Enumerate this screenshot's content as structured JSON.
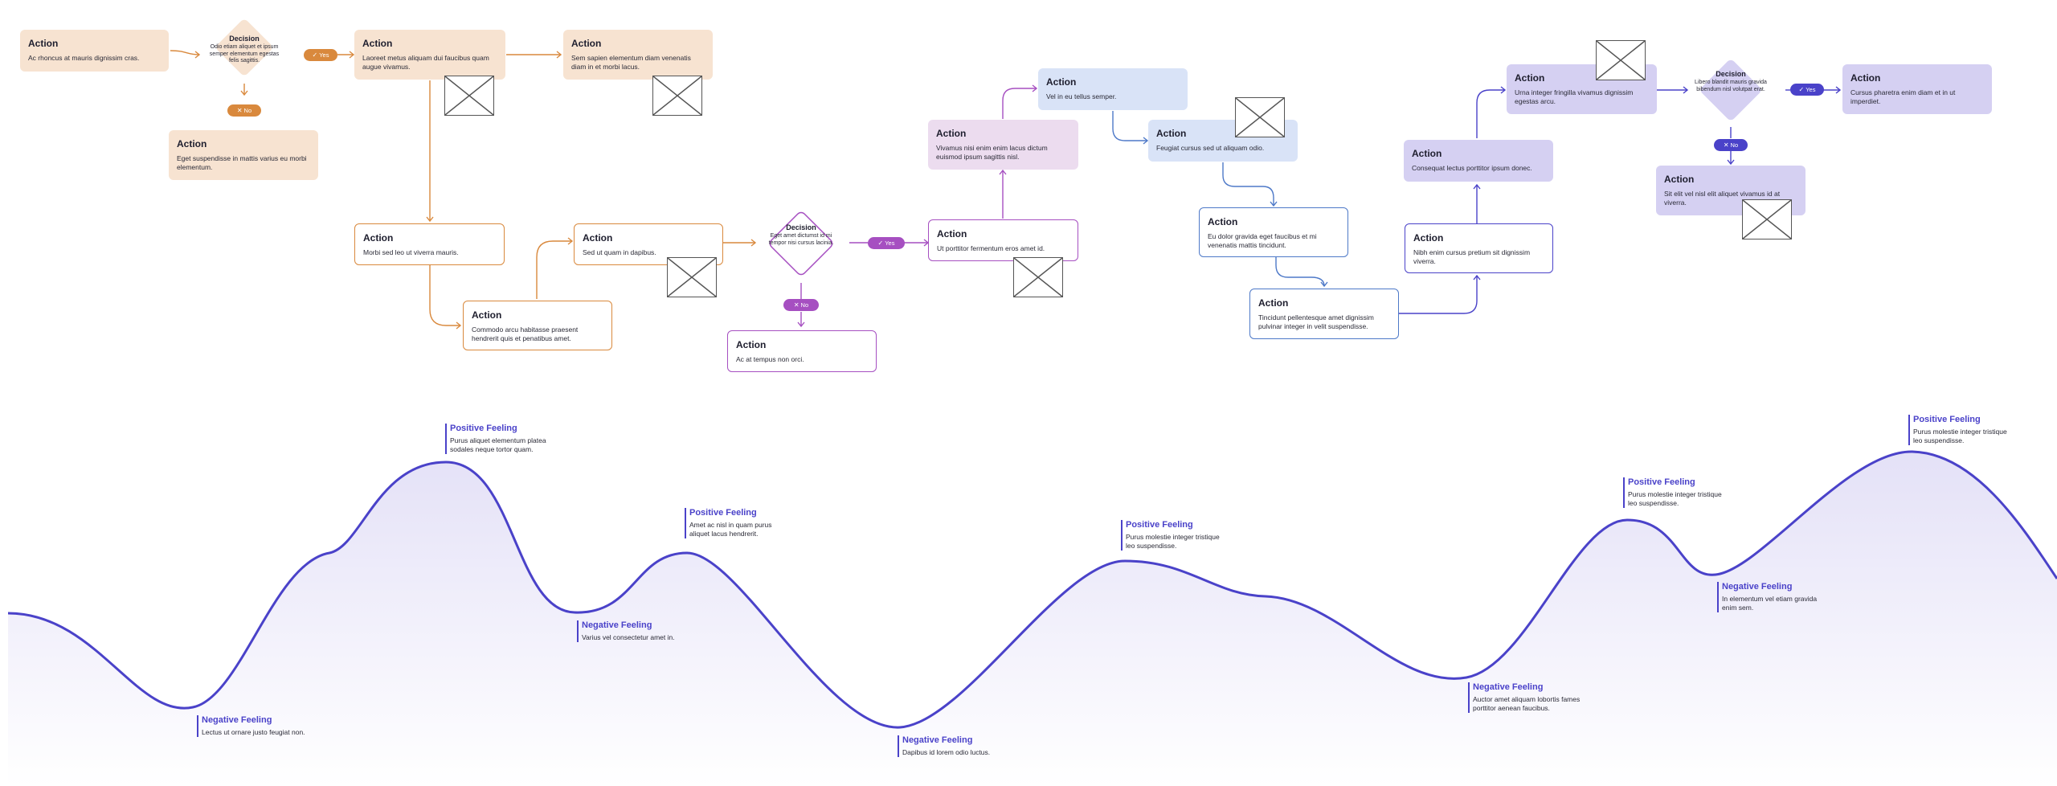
{
  "colors": {
    "orange": "#d9893d",
    "purple": "#a64fc1",
    "blue": "#4e79c8",
    "violet": "#4a42c9"
  },
  "icons": {
    "yes": "check-icon",
    "no": "x-icon",
    "image": "image-placeholder-icon"
  },
  "flow": {
    "nodes": [
      {
        "title": "Action",
        "text": "Ac rhoncus at mauris dignissim cras."
      },
      {
        "title": "Action",
        "text": "Eget suspendisse in mattis varius eu morbi elementum."
      },
      {
        "title": "Action",
        "text": "Laoreet metus aliquam dui faucibus quam augue vivamus."
      },
      {
        "title": "Action",
        "text": "Sem sapien elementum diam venenatis diam in et morbi lacus."
      },
      {
        "title": "Action",
        "text": "Morbi sed leo ut viverra mauris."
      },
      {
        "title": "Action",
        "text": "Commodo arcu habitasse praesent hendrerit quis et penatibus amet."
      },
      {
        "title": "Action",
        "text": "Sed ut quam in dapibus."
      },
      {
        "title": "Action",
        "text": "Ac at tempus non orci."
      },
      {
        "title": "Action",
        "text": "Ut porttitor fermentum eros amet id."
      },
      {
        "title": "Action",
        "text": "Vivamus nisi enim enim lacus dictum euismod ipsum sagittis nisl."
      },
      {
        "title": "Action",
        "text": "Vel in eu tellus semper."
      },
      {
        "title": "Action",
        "text": "Feugiat cursus sed ut aliquam odio."
      },
      {
        "title": "Action",
        "text": "Eu dolor gravida eget faucibus et mi venenatis mattis tincidunt."
      },
      {
        "title": "Action",
        "text": "Tincidunt pellentesque amet dignissim pulvinar integer in velit suspendisse."
      },
      {
        "title": "Action",
        "text": "Nibh enim cursus pretium sit dignissim viverra."
      },
      {
        "title": "Action",
        "text": "Consequat lectus porttitor ipsum donec."
      },
      {
        "title": "Action",
        "text": "Urna integer fringilla vivamus dignissim egestas arcu."
      },
      {
        "title": "Action",
        "text": "Cursus pharetra enim diam et in ut imperdiet."
      },
      {
        "title": "Action",
        "text": "Sit elit vel nisl elit aliquet vivamus id at viverra."
      }
    ],
    "decisions": [
      {
        "title": "Decision",
        "text": "Odio etiam aliquet et ipsum semper elementum egestas felis sagittis."
      },
      {
        "title": "Decision",
        "text": "Eget amet dictumst id mi tempor nisi cursus lacinia."
      },
      {
        "title": "Decision",
        "text": "Libero blandit mauris gravida bibendum nisl volutpat erat."
      }
    ],
    "yes_label": "Yes",
    "no_label": "No"
  },
  "journey": {
    "annotations": [
      {
        "heading": "Negative Feeling",
        "text": "Lectus ut ornare justo feugiat non."
      },
      {
        "heading": "Positive Feeling",
        "text": "Purus aliquet elementum platea sodales neque tortor quam."
      },
      {
        "heading": "Negative Feeling",
        "text": "Varius vel consectetur amet in."
      },
      {
        "heading": "Positive Feeling",
        "text": "Amet ac nisl in quam purus aliquet lacus hendrerit."
      },
      {
        "heading": "Negative Feeling",
        "text": "Dapibus id lorem odio luctus."
      },
      {
        "heading": "Positive Feeling",
        "text": "Purus molestie integer tristique leo suspendisse."
      },
      {
        "heading": "Negative Feeling",
        "text": "Auctor amet aliquam lobortis fames porttitor aenean faucibus."
      },
      {
        "heading": "Positive Feeling",
        "text": "Purus molestie integer tristique leo suspendisse."
      },
      {
        "heading": "Negative Feeling",
        "text": "In elementum vel etiam gravida enim sem."
      },
      {
        "heading": "Positive Feeling",
        "text": "Purus molestie integer tristique leo suspendisse."
      }
    ]
  }
}
